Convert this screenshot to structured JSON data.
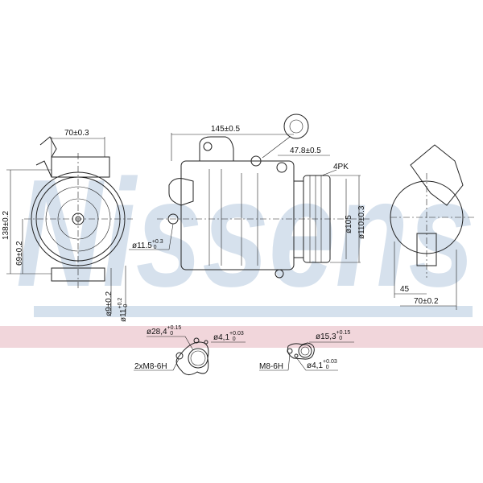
{
  "watermark": "Nissens",
  "colors": {
    "blue_band": "#d5e1ed",
    "pink_band": "#f1d6db",
    "watermark": "#c9d8e8"
  },
  "front_view": {
    "width": "70±0.3",
    "height": "138±0.2",
    "center_height": "69±0.2",
    "bore_inner": "ø9±0.2",
    "bore_outer": "ø11",
    "bore_outer_tol_upper": "+0.2",
    "bore_outer_tol_lower": "0"
  },
  "side_view": {
    "length": "145±0.5",
    "pulley_offset": "47.8±0.5",
    "belt": "4PK",
    "pulley_inner": "ø105",
    "pulley_outer": "ø110±0.3",
    "mount_hole": "ø11.5",
    "mount_hole_tol_upper": "+0.3",
    "mount_hole_tol_lower": "0"
  },
  "rear_view": {
    "offset": "45",
    "width": "70±0.2"
  },
  "port_left": {
    "diameter": "ø28,4",
    "diameter_tol_upper": "+0.15",
    "diameter_tol_lower": "0",
    "pin": "ø4,1",
    "pin_tol_upper": "+0.03",
    "pin_tol_lower": "0",
    "thread": "2xM8-6H"
  },
  "port_right": {
    "diameter": "ø15,3",
    "diameter_tol_upper": "+0.15",
    "diameter_tol_lower": "0",
    "pin": "ø4,1",
    "pin_tol_upper": "+0.03",
    "pin_tol_lower": "0",
    "thread": "M8-6H"
  }
}
